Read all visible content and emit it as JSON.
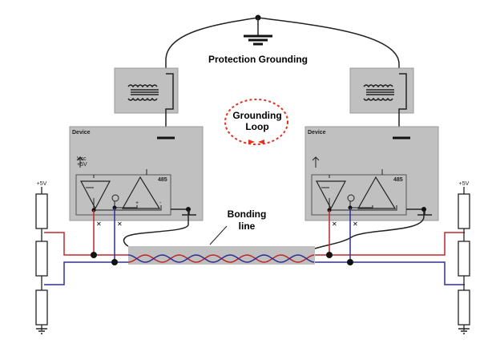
{
  "labels": {
    "protection_grounding": "Protection Grounding",
    "grounding_loop_1": "Grounding",
    "grounding_loop_2": "Loop",
    "bonding_line_1": "Bonding",
    "bonding_line_2": "line",
    "device_left": "Device",
    "device_right": "Device",
    "chip_left": "485",
    "chip_right": "485",
    "vcc": "Vcc",
    "plus5v_inner": "+5V",
    "plus5v_left": "+5V",
    "plus5v_right": "+5V",
    "plus": "+",
    "minus": "-"
  },
  "colors": {
    "wire_a": "#c0272d",
    "wire_b": "#2e3192",
    "box": "#c0c0c0",
    "loop": "#e53020"
  }
}
